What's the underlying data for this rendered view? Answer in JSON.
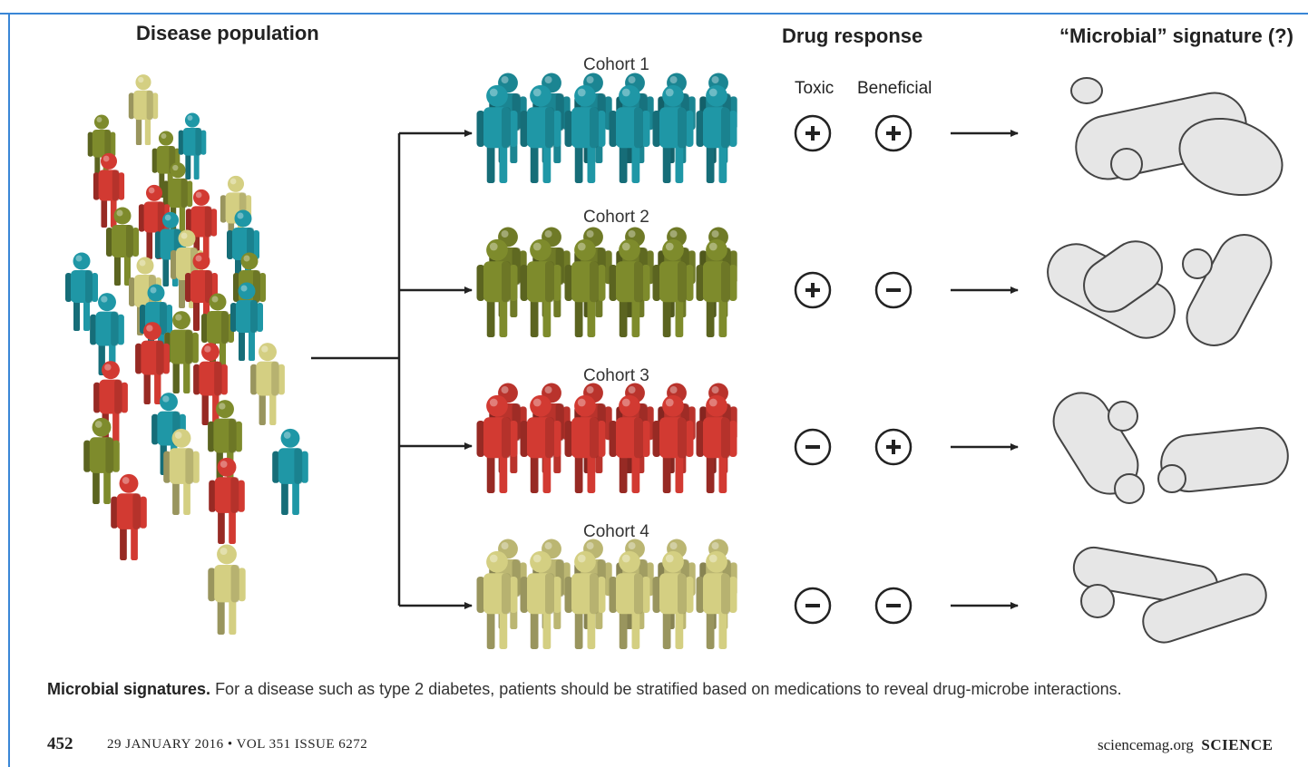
{
  "headers": {
    "disease_population": "Disease population",
    "drug_response": "Drug response",
    "microbial_signature": "“Microbial” signature (?)"
  },
  "response_columns": {
    "toxic": "Toxic",
    "beneficial": "Beneficial"
  },
  "cohorts": [
    {
      "label": "Cohort 1",
      "color": "#1f97a6",
      "toxic": "+",
      "beneficial": "+"
    },
    {
      "label": "Cohort 2",
      "color": "#7e8b2c",
      "toxic": "+",
      "beneficial": "−"
    },
    {
      "label": "Cohort 3",
      "color": "#d23a32",
      "toxic": "−",
      "beneficial": "+"
    },
    {
      "label": "Cohort 4",
      "color": "#d4cf82",
      "toxic": "−",
      "beneficial": "−"
    }
  ],
  "caption": {
    "title": "Microbial signatures.",
    "text": "For a disease such as type 2 diabetes, patients should be stratified based on medications to reveal drug-microbe interactions."
  },
  "footer": {
    "page": "452",
    "issue": "29 JANUARY 2016 • VOL 351 ISSUE 6272",
    "site": "sciencemag.org",
    "journal": "SCIENCE"
  },
  "colors": {
    "frame": "#3a86d6",
    "microbe_fill": "#e6e6e6",
    "microbe_stroke": "#444444"
  }
}
